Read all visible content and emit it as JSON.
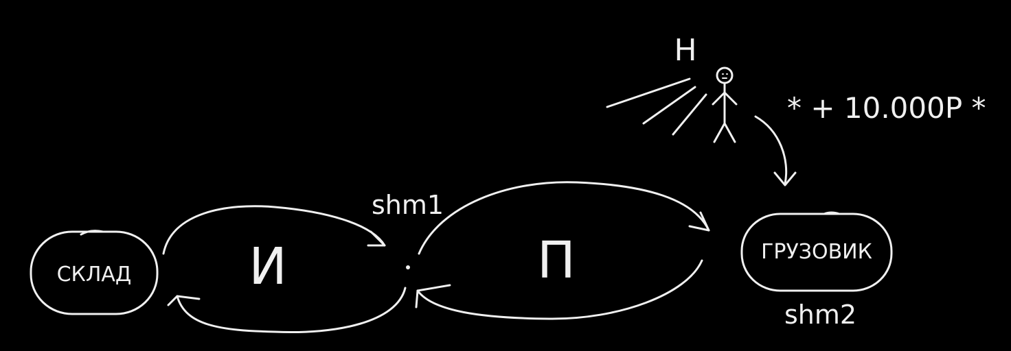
{
  "diagram": {
    "colors": {
      "background": "#000000",
      "ink": "#f0f0f0"
    },
    "nodes": {
      "warehouse": {
        "label": "СКЛАД"
      },
      "truck": {
        "label": "ГРУЗОВИК"
      },
      "hub": {
        "label": "shm1"
      },
      "truck_tag": {
        "label": "shm2"
      }
    },
    "loops": {
      "left": {
        "label": "И"
      },
      "right": {
        "label": "П"
      }
    },
    "actor": {
      "label": "Н",
      "icon": "stick-figure-icon"
    },
    "bribe": {
      "label": "* + 10.000Р *"
    }
  }
}
